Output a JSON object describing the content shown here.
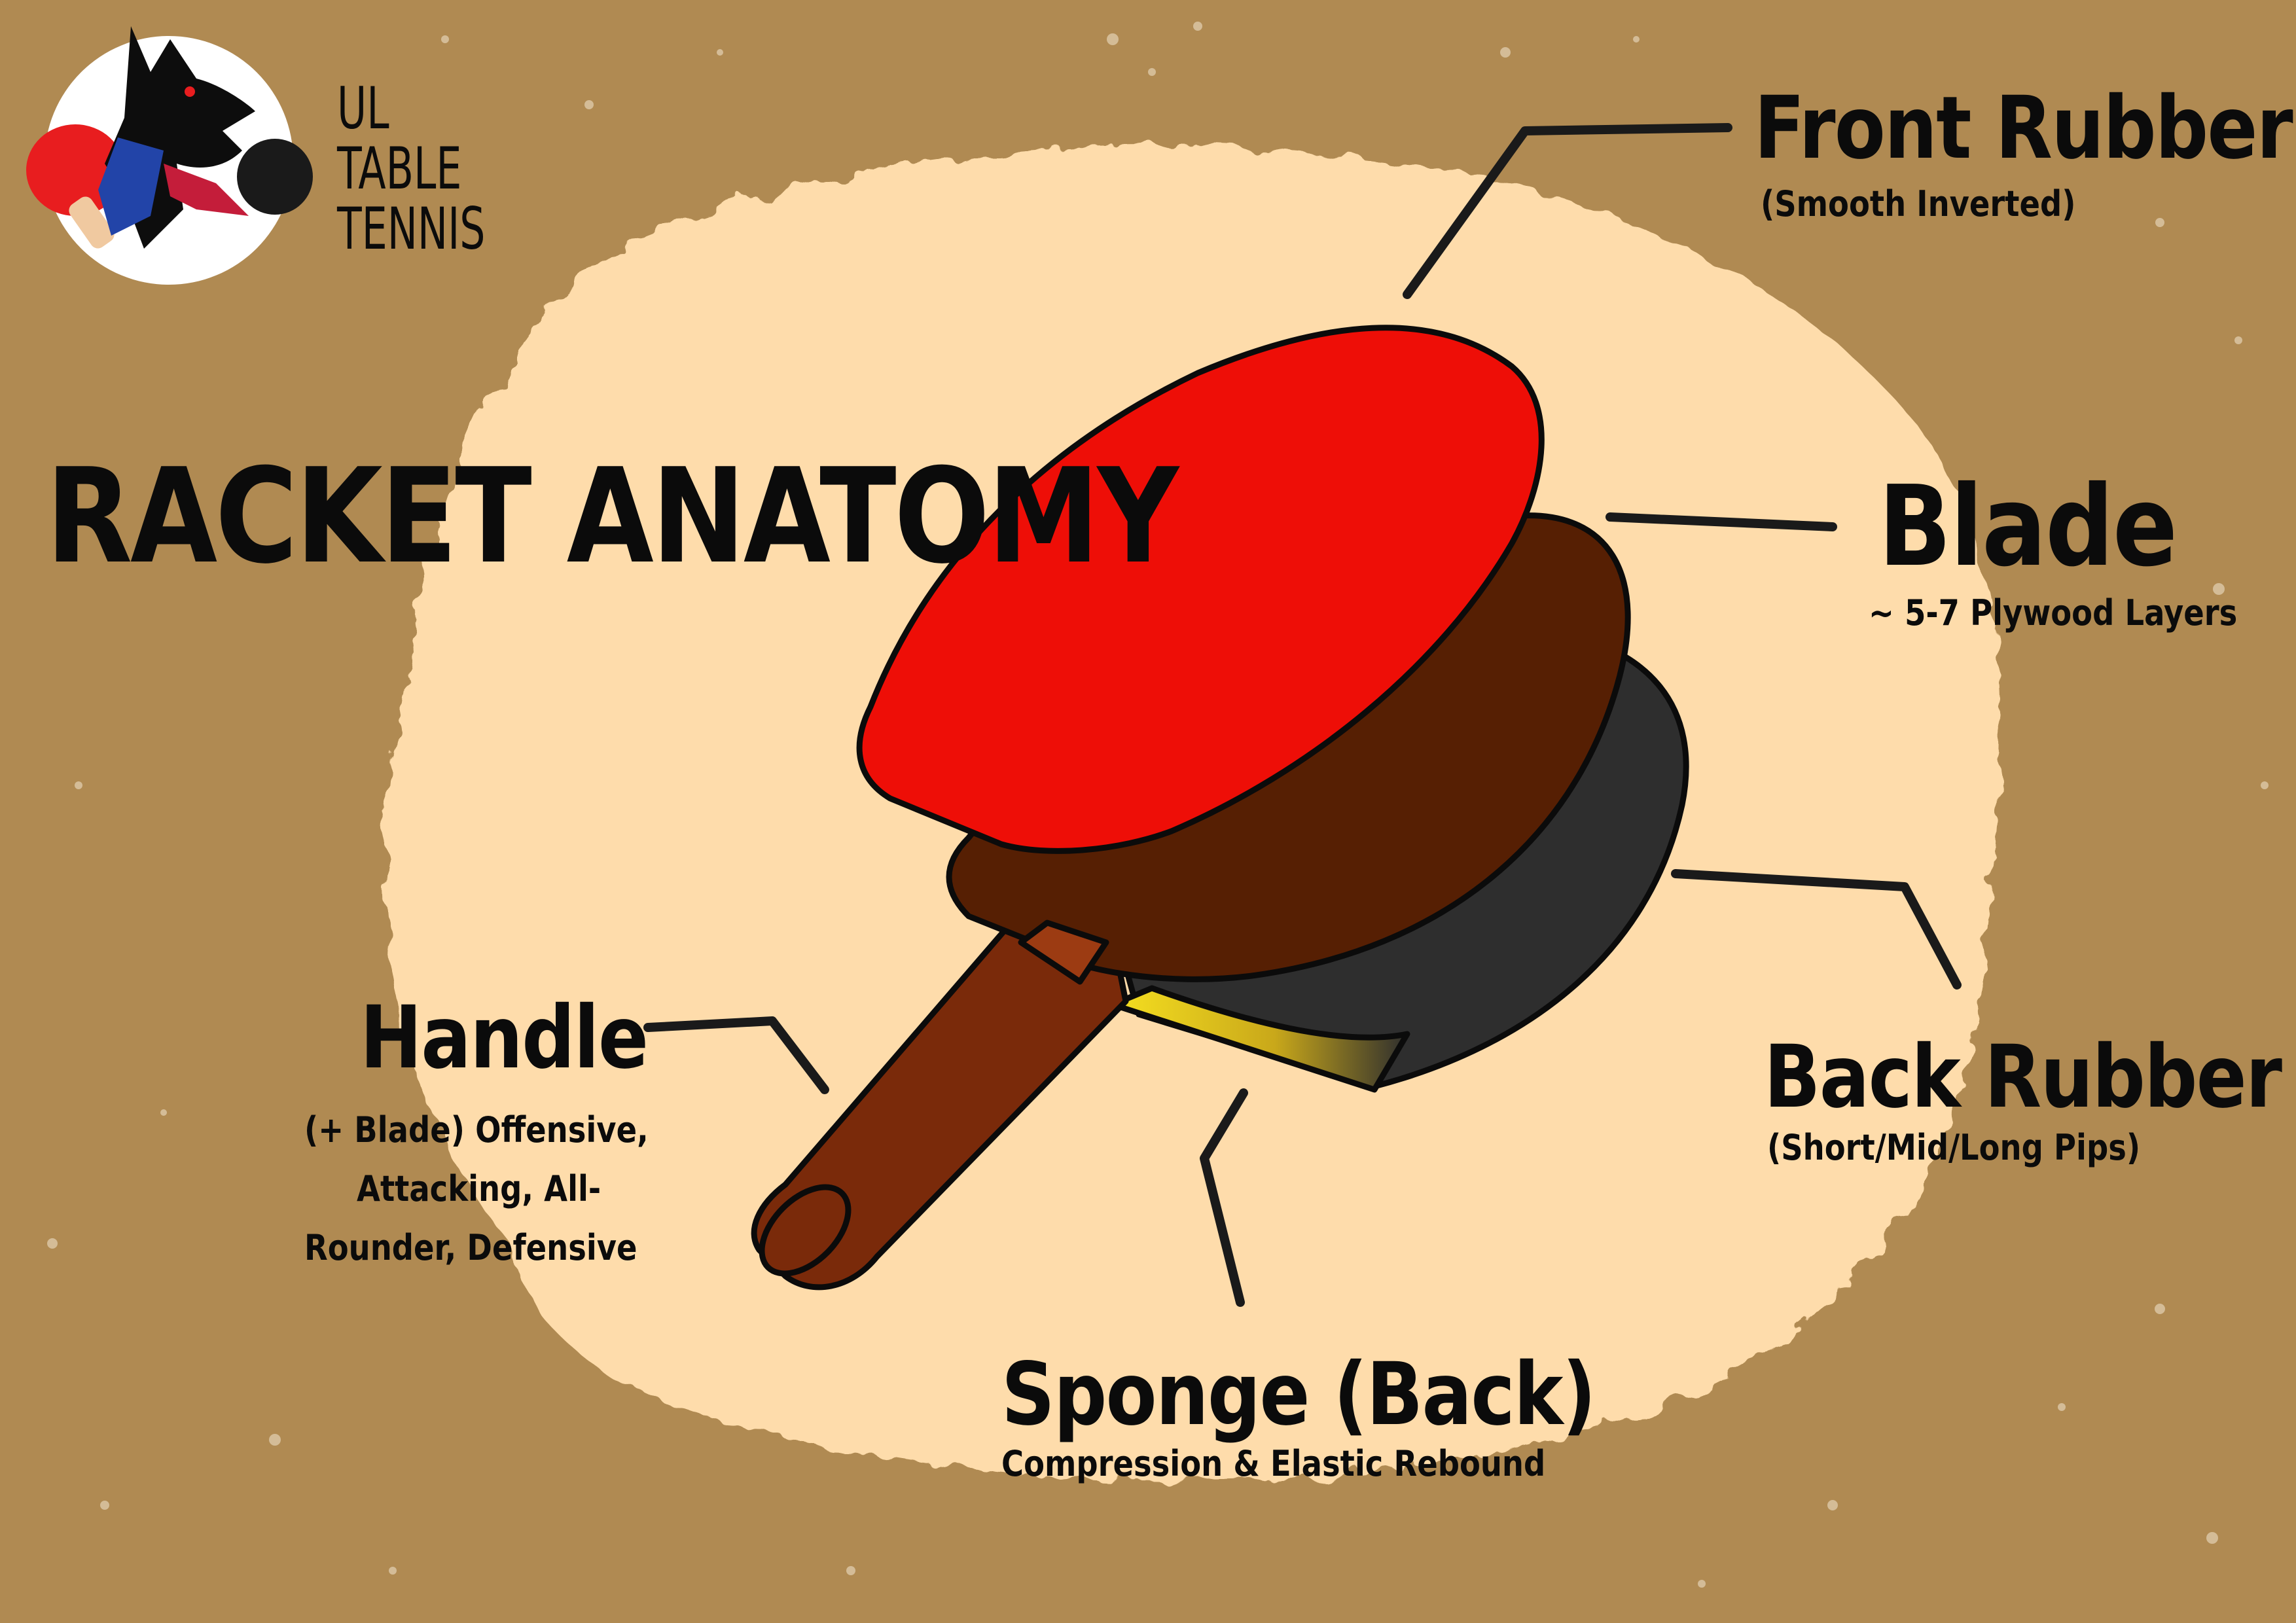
{
  "logo": {
    "lines": [
      "UL",
      "TABLE",
      "TENNIS"
    ],
    "colors": {
      "red": "#e81d1f",
      "blue": "#2244a8",
      "wolf": "#0d0d0d",
      "ball_black": "#1a1a1a"
    }
  },
  "title": "RACKET ANATOMY",
  "labels": {
    "front_rubber": {
      "name": "Front Rubber",
      "detail": "(Smooth Inverted)"
    },
    "blade": {
      "name": "Blade",
      "detail": "~ 5-7 Plywood Layers"
    },
    "back_rubber": {
      "name": "Back Rubber",
      "detail": "(Short/Mid/Long Pips)"
    },
    "handle": {
      "name": "Handle",
      "detail_lines": [
        "(+ Blade) Offensive,",
        "Attacking, All-",
        "Rounder, Defensive"
      ]
    },
    "sponge": {
      "name": "Sponge (Back)",
      "detail": "Compression & Elastic Rebound"
    }
  },
  "colors": {
    "background": "#b08a52",
    "blob": "#fedcab",
    "front_rubber": "#ee0e07",
    "blade": "#561f03",
    "handle": "#7a2a0a",
    "back_rubber": "#2e2e2e",
    "sponge": "#f6d61e",
    "ink": "#0b0b0b"
  }
}
